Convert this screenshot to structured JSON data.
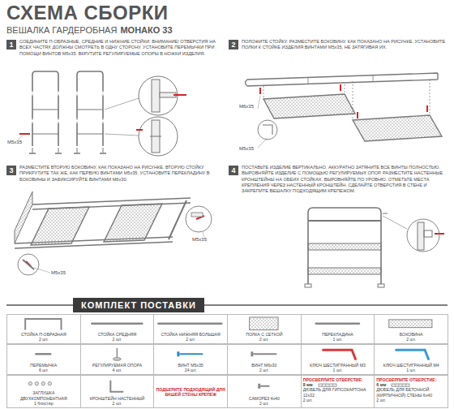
{
  "diagram": {
    "title": "СХЕМА СБОРКИ",
    "nodes": [
      {
        "text": [
          "1"
        ]
      },
      {
        "text": [
          "2"
        ]
      },
      {
        "text": [
          "3"
        ]
      },
      {
        "text": [
          "4"
        ]
      },
      {
        "text": [
          "КОМПЛЕКТ ПОСТАВКИ"
        ]
      },
      {
        "text": [
          "СТОЙКА П-ОБРАЗНАЯ",
          "2 шт."
        ]
      },
      {
        "text": [
          "СТОЙКА СРЕДНЯЯ",
          "2 шт."
        ]
      },
      {
        "text": [
          "СТОЙКА НИЖНЯЯ БОЛЬШАЯ",
          "2 шт."
        ]
      },
      {
        "text": [
          "ПОЛКА С СЕТКОЙ",
          "2 шт."
        ]
      },
      {
        "text": [
          "ПЕРЕКЛАДИНА",
          "1 шт."
        ]
      },
      {
        "text": [
          "БОКОВИНА",
          "2 шт."
        ]
      },
      {
        "text": [
          "ПЕРЕМЫЧКА",
          "6 шт."
        ]
      },
      {
        "text": [
          "РЕГУЛИРУЕМАЯ ОПОРА",
          "4 шт."
        ]
      },
      {
        "text": [
          "ВИНТ М5х35",
          "24 шт."
        ]
      },
      {
        "text": [
          "ВИНТ М6х30",
          "2 шт."
        ]
      },
      {
        "text": [
          "КЛЮЧ ШЕСТИГРАННЫЙ М3",
          "1 шт."
        ]
      },
      {
        "text": [
          "КЛЮЧ ШЕСТИГРАННЫЙ М4",
          "1 шт."
        ]
      },
      {
        "text": [
          "ЗАГЛУШКА ДВУХКОМПОНЕНТНАЯ",
          "1 блистер"
        ]
      },
      {
        "text": [
          "КРОНШТЕЙН НАСТЕННЫЙ",
          "2 шт."
        ]
      },
      {
        "text": [
          "ПОДБЕРИТЕ ПОДХОДЯЩИЙ ДЛЯ ВАШЕЙ СТЕНЫ КРЕПЕЖ"
        ]
      },
      {
        "text": [
          "САМОРЕЗ 4х40",
          "2 шт."
        ]
      },
      {
        "text": [
          "ПРОСВЕРЛИТЕ ОТВЕРСТИЕ:",
          "8 мм",
          "ДЮБЕЛЬ ДЛЯ ГИПСОКАРТОНА 12х32",
          "2 шт."
        ]
      },
      {
        "text": [
          "ПРОСВЕРЛИТЕ ОТВЕРСТИЕ:",
          "6 мм",
          "ДЮБЕЛЬ ДЛЯ БЕТОННОЙ (КИРПИЧНОЙ) СТЕНЫ 6х40",
          "2 шт."
        ]
      }
    ],
    "labels": [
      "ВЕШАЛКА ГАРДЕРОБНАЯ",
      "МОНАКО 33",
      "СОЕДИНИТЕ П-ОБРАЗНЫЕ, СРЕДНИЕ И НИЖНИЕ СТОЙКИ. ВНИМАНИЕ! ОТВЕРСТИЯ НА ВСЕХ ЧАСТЯХ ДОЛЖНЫ СМОТРЕТЬ В ОДНУ СТОРОНУ. УСТАНОВИТЕ ПЕРЕМЫЧКИ ПРИ ПОМОЩИ ВИНТОВ М5х35. ВКРУТИТЕ РЕГУЛИРУЕМЫЕ ОПОРЫ В НОЖКИ ИЗДЕЛИЯ.",
      "ПОЛОЖИТЕ СТОЙКУ. РАЗМЕСТИТЕ БОКОВИНУ, КАК ПОКАЗАНО НА РИСУНКЕ. УСТАНОВИТЕ ПОЛКИ К СТОЙКЕ ИЗДЕЛИЯ ВИНТАМИ М5х35, НЕ ЗАТЯГИВАЯ ИХ.",
      "РАЗМЕСТИТЕ ВТОРУЮ БОКОВИНУ, КАК ПОКАЗАНО НА РИСУНКЕ. ВТОРУЮ СТОЙКУ ПРИКРУТИТЕ ТАК ЖЕ, КАК ПЕРВУЮ ВИНТАМИ М5х35. УСТАНОВИТЕ ПЕРЕКЛАДИНУ В БОКОВИНЫ И ЗАФИКСИРУЙТЕ ВИНТАМИ М6х30.",
      "ПОСТАВЬТЕ ИЗДЕЛИЕ ВЕРТИКАЛЬНО. АККУРАТНО ЗАТЯНИТЕ ВСЕ ВИНТЫ ПОЛНОСТЬЮ. ВЫРОВНЯЙТЕ ИЗДЕЛИЕ С ПОМОЩЬЮ РЕГУЛИРУЕМЫХ ОПОР. РАЗМЕСТИТЕ НАСТЕННЫЕ КРОНШТЕЙНЫ НА ОБЕИХ СТОЙКАХ. ВЫРОВНЯЙТЕ ПО УРОВНЮ. ОТМЕТЬТЕ МЕСТА КРЕПЛЕНИЯ ЧЕРЕЗ НАСТЕННЫЙ КРОНШТЕЙН. СДЕЛАЙТЕ ОТВЕРСТИЯ В СТЕНЕ И ЗАКРЕПИТЕ ВЕШАЛКУ ПОДХОДЯЩИМ КРЕПЕЖОМ.",
      "М5х35",
      "М6х35",
      "М5х35",
      "М5х35",
      "М5х35"
    ]
  }
}
